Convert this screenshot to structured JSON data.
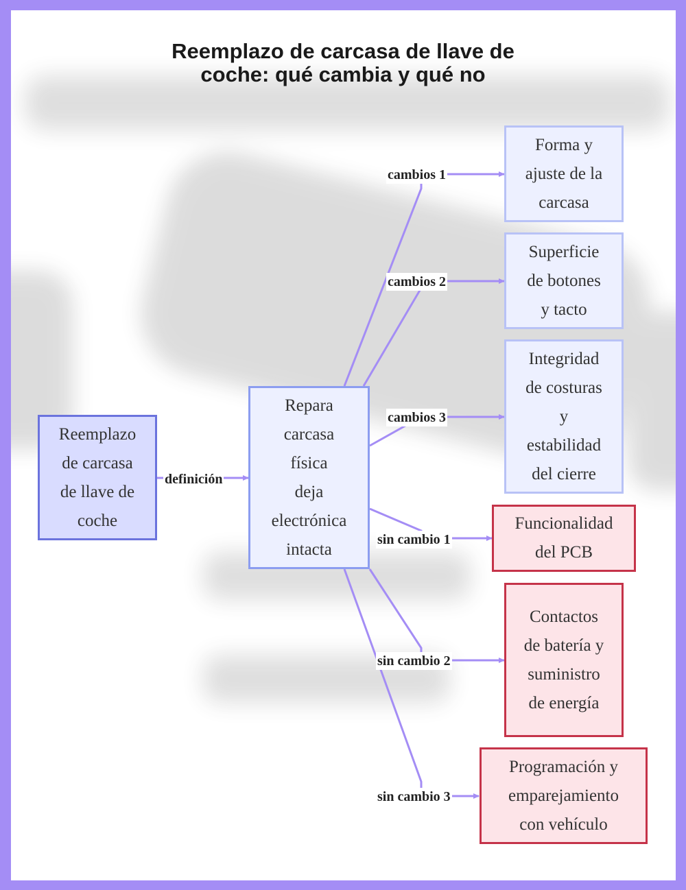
{
  "title": {
    "line1": "Reemplazo de carcasa de llave de",
    "line2": "coche: qué cambia y qué no"
  },
  "nodes": {
    "root": [
      "Reemplazo",
      "de carcasa",
      "de llave de",
      "coche"
    ],
    "center": [
      "Repara",
      "carcasa",
      "física",
      "deja",
      "electrónica",
      "intacta"
    ],
    "change1": [
      "Forma y",
      "ajuste de la",
      "carcasa"
    ],
    "change2": [
      "Superficie",
      "de botones",
      "y tacto"
    ],
    "change3": [
      "Integridad",
      "de costuras",
      "y",
      "estabilidad",
      "del cierre"
    ],
    "same1": [
      "Funcionalidad",
      "del PCB"
    ],
    "same2": [
      "Contactos",
      "de batería y",
      "suministro",
      "de energía"
    ],
    "same3": [
      "Programación y",
      "emparejamiento",
      "con vehículo"
    ]
  },
  "edge_labels": {
    "definition": "definición",
    "change1": "cambios 1",
    "change2": "cambios 2",
    "change3": "cambios 3",
    "same1": "sin cambio 1",
    "same2": "sin cambio 2",
    "same3": "sin cambio 3"
  },
  "colors": {
    "edge": "#a48df5",
    "root_fill": "#d9dcff",
    "root_border": "#6b73dd",
    "blue_fill": "#edf0ff",
    "blue_border": "#b8c2f6",
    "red_fill": "#fde4e8",
    "red_border": "#c53349"
  }
}
